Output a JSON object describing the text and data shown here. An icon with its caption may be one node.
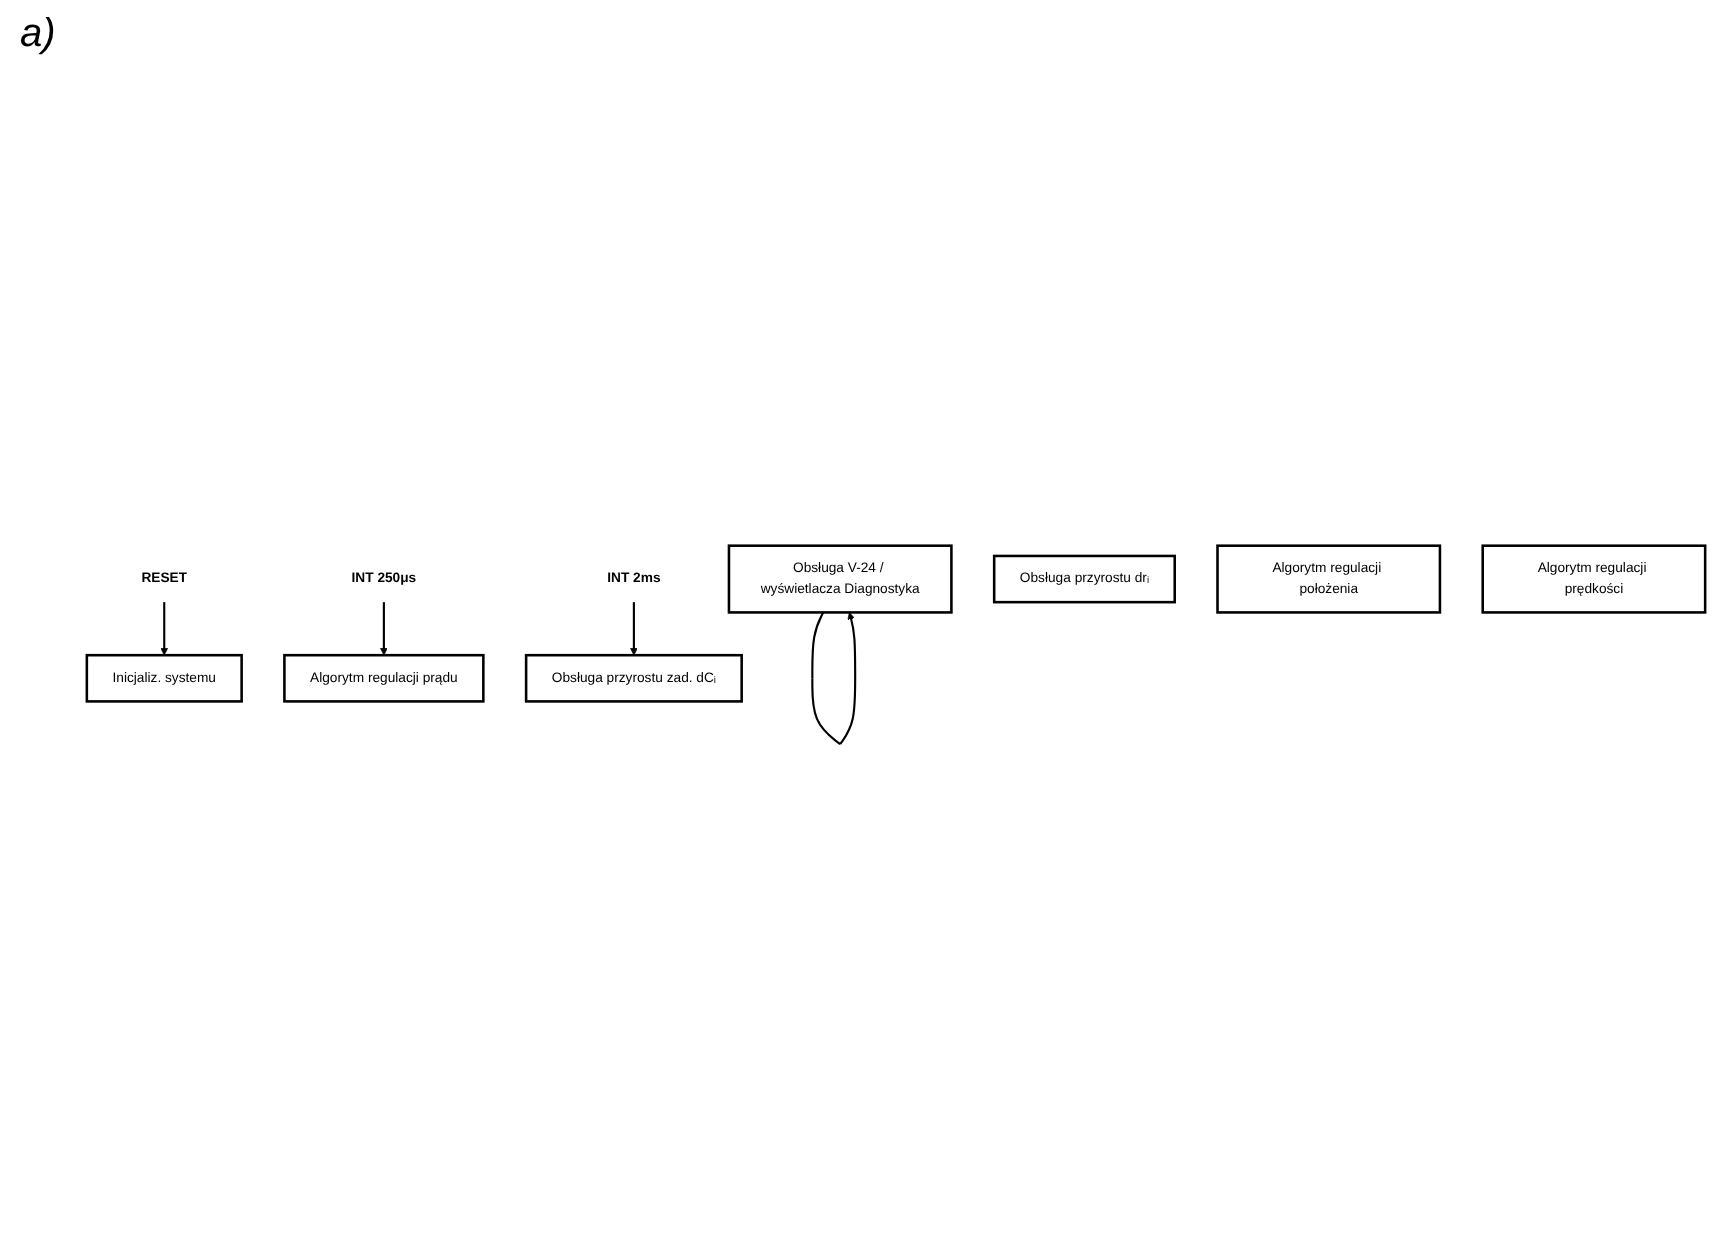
{
  "diagram": {
    "nodes": [
      {
        "text": [
          "RESET"
        ]
      },
      {
        "text": [
          "Inicjaliz. systemu"
        ]
      },
      {
        "text": [
          "Obsługa V-24 / wyświetlacza Diagnostyka"
        ]
      },
      {
        "text": [
          "INT 2ms"
        ]
      },
      {
        "text": [
          "INT 250μs"
        ]
      },
      {
        "text": [
          "Algorytm regulacji prądu"
        ]
      },
      {
        "text": [
          "Obsługa przyrostu zad. dCᵢ"
        ]
      },
      {
        "text": [
          "Obsługa przyrostu drᵢ"
        ]
      },
      {
        "text": [
          "Algorytm regulacji położenia"
        ]
      },
      {
        "text": [
          "Algorytm regulacji prędkości"
        ]
      }
    ],
    "edges": [
      {
        "from": 0,
        "to": 1,
        "arrow": "to"
      },
      {
        "from": 2,
        "to": 2,
        "arrow": "to"
      },
      {
        "from": 4,
        "to": 5,
        "arrow": "to"
      },
      {
        "from": 3,
        "to": 6,
        "arrow": "to"
      }
    ],
    "labels": [
      "a)"
    ]
  }
}
